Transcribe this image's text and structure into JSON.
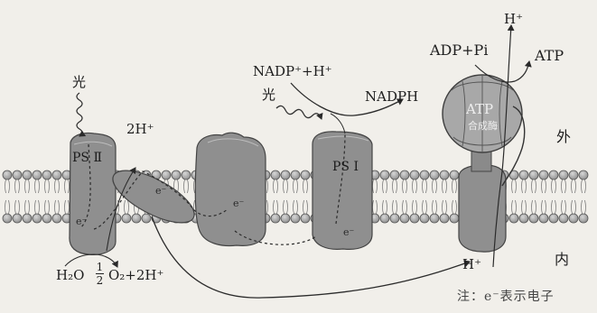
{
  "labels": {
    "h_top": "H⁺",
    "adp_pi": "ADP+Pi",
    "atp_out": "ATP",
    "atp_enzyme": "ATP",
    "atp_enzyme_sub": "合成酶",
    "light_left": "光",
    "light_right": "光",
    "nadp": "NADP⁺+H⁺",
    "nadph": "NADPH",
    "two_h": "2H⁺",
    "ps2": "PS Ⅱ",
    "ps1": "PS Ⅰ",
    "electron": "e⁻",
    "outside": "外",
    "inside": "内",
    "h2o": "H₂O",
    "half_num": "1",
    "half_den": "2",
    "o2_2h": "O₂+2H⁺",
    "h_bottom": "H⁺",
    "note": "注：e⁻表示电子"
  },
  "colors": {
    "background": "#f1efea",
    "protein": "#8d8d8d",
    "protein_dark": "#5c5c5c",
    "lipid_head": "#9a9a9a",
    "atp_head": "#a8a8a8"
  }
}
